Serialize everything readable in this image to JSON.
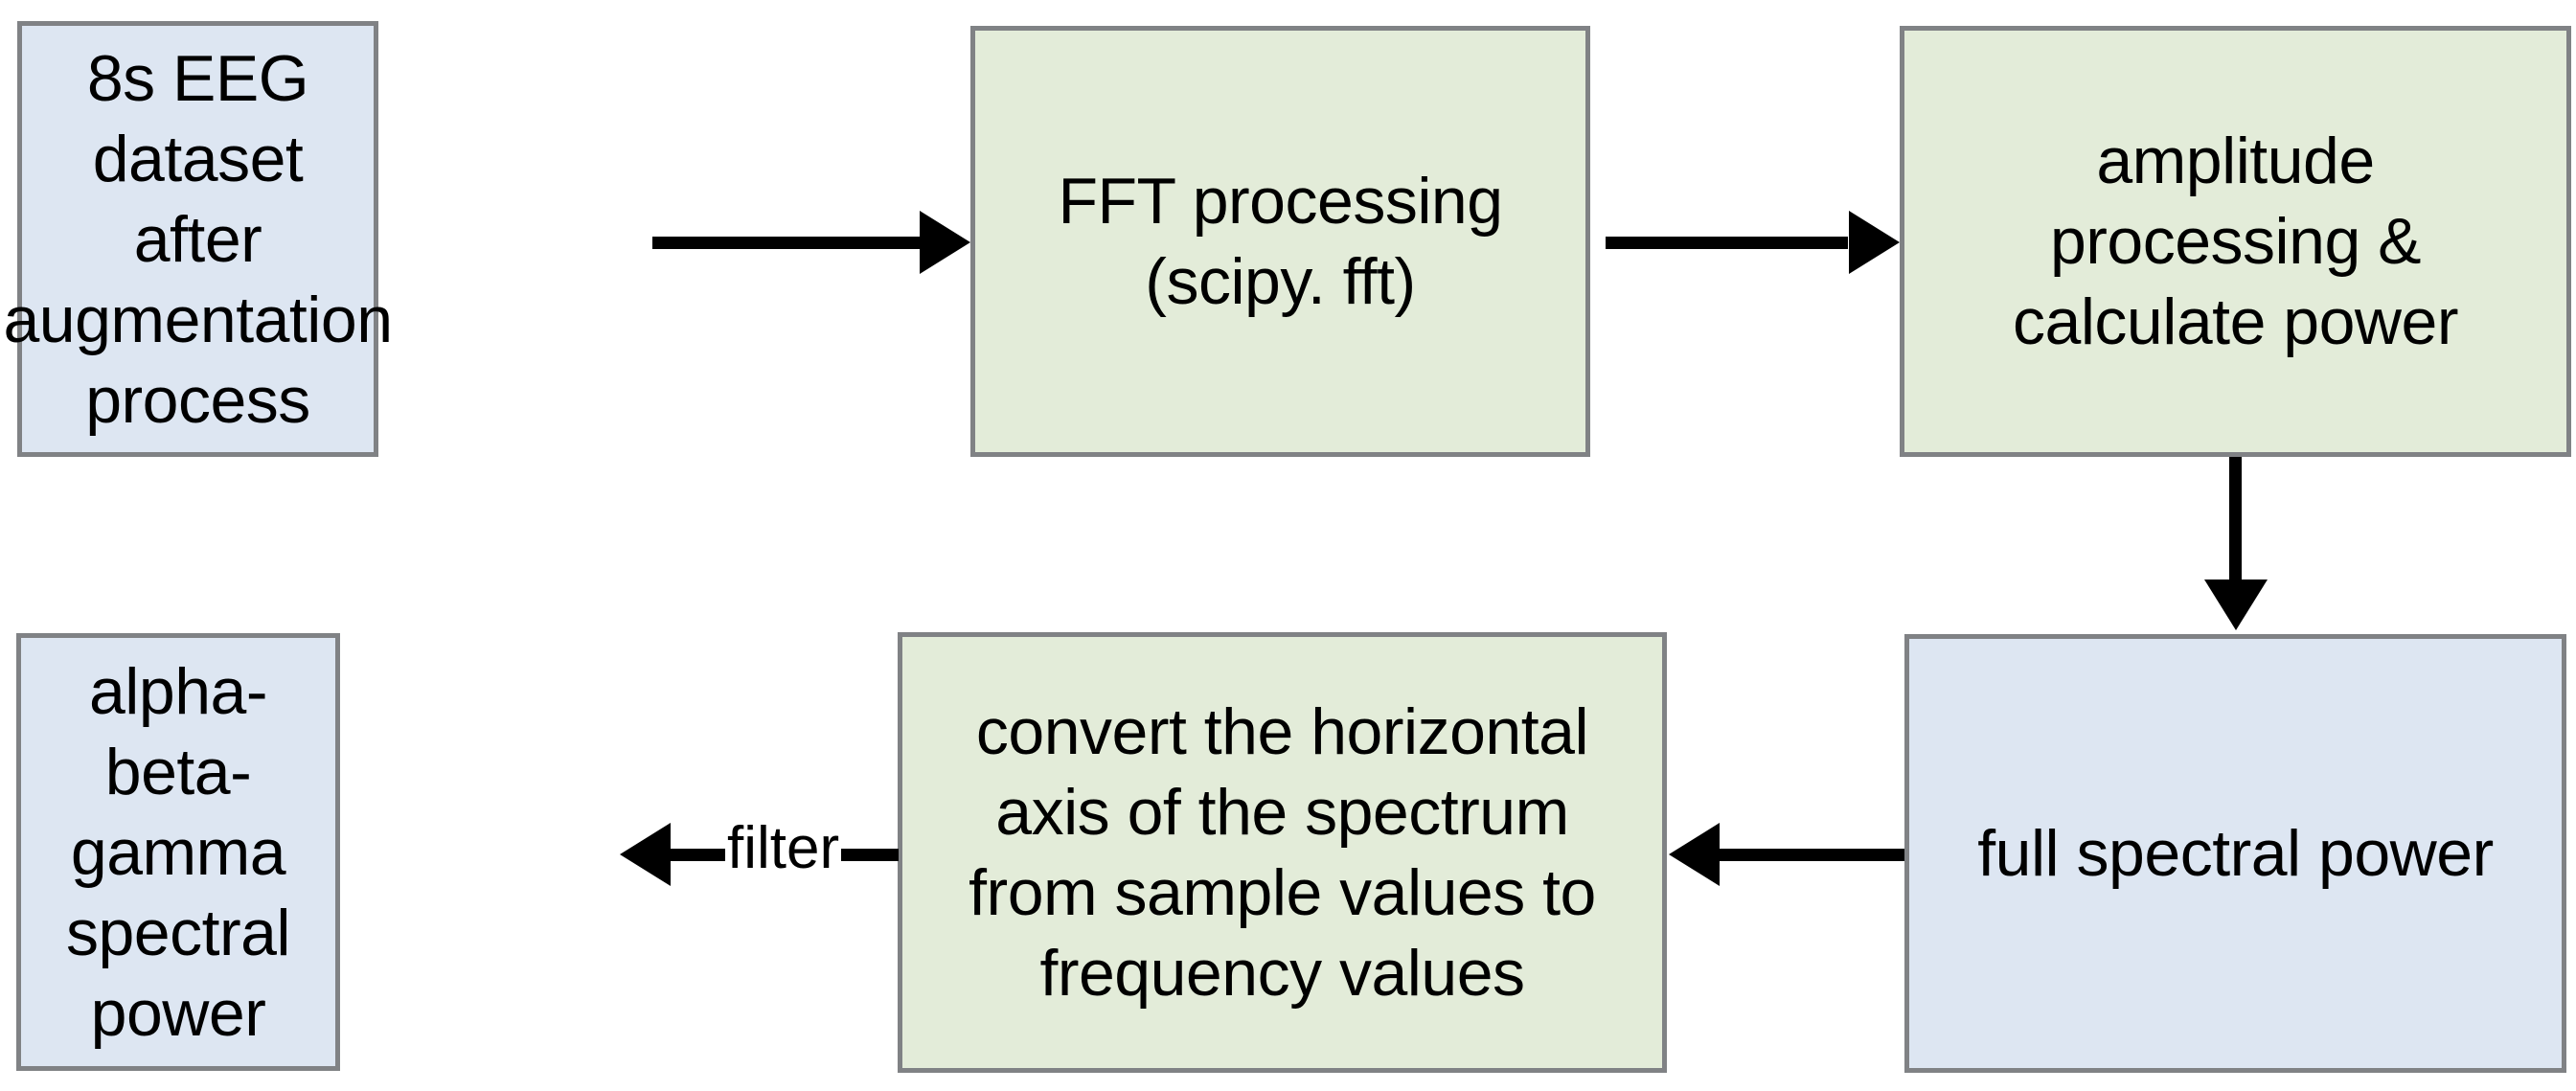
{
  "diagram": {
    "title": "EEG spectral power processing pipeline",
    "colors": {
      "blue_fill": "#dde6f2",
      "green_fill": "#e3ecd9",
      "border": "#808285",
      "arrow": "#000000",
      "background": "#ffffff",
      "text": "#000000"
    },
    "nodes": [
      {
        "id": "eeg-dataset",
        "label": "8s EEG dataset\nafter augmentation\nprocess",
        "fill": "blue"
      },
      {
        "id": "fft-processing",
        "label": "FFT processing\n(scipy. fft)",
        "fill": "green"
      },
      {
        "id": "amplitude-power",
        "label": "amplitude\nprocessing &\ncalculate power",
        "fill": "green"
      },
      {
        "id": "band-power",
        "label": "alpha-beta-gamma\nspectral power",
        "fill": "blue"
      },
      {
        "id": "axis-convert",
        "label": "convert the horizontal\naxis of the spectrum\nfrom sample values to\nfrequency values",
        "fill": "green"
      },
      {
        "id": "full-power",
        "label": "full spectral power",
        "fill": "blue"
      }
    ],
    "edges": [
      {
        "id": "eeg-to-fft",
        "from": "eeg-dataset",
        "to": "fft-processing",
        "direction": "right",
        "label": ""
      },
      {
        "id": "fft-to-amplitude",
        "from": "fft-processing",
        "to": "amplitude-power",
        "direction": "right",
        "label": ""
      },
      {
        "id": "amplitude-to-full",
        "from": "amplitude-power",
        "to": "full-power",
        "direction": "down",
        "label": ""
      },
      {
        "id": "full-to-convert",
        "from": "full-power",
        "to": "axis-convert",
        "direction": "left",
        "label": ""
      },
      {
        "id": "convert-to-band",
        "from": "axis-convert",
        "to": "band-power",
        "direction": "left",
        "label": "filter"
      }
    ]
  }
}
